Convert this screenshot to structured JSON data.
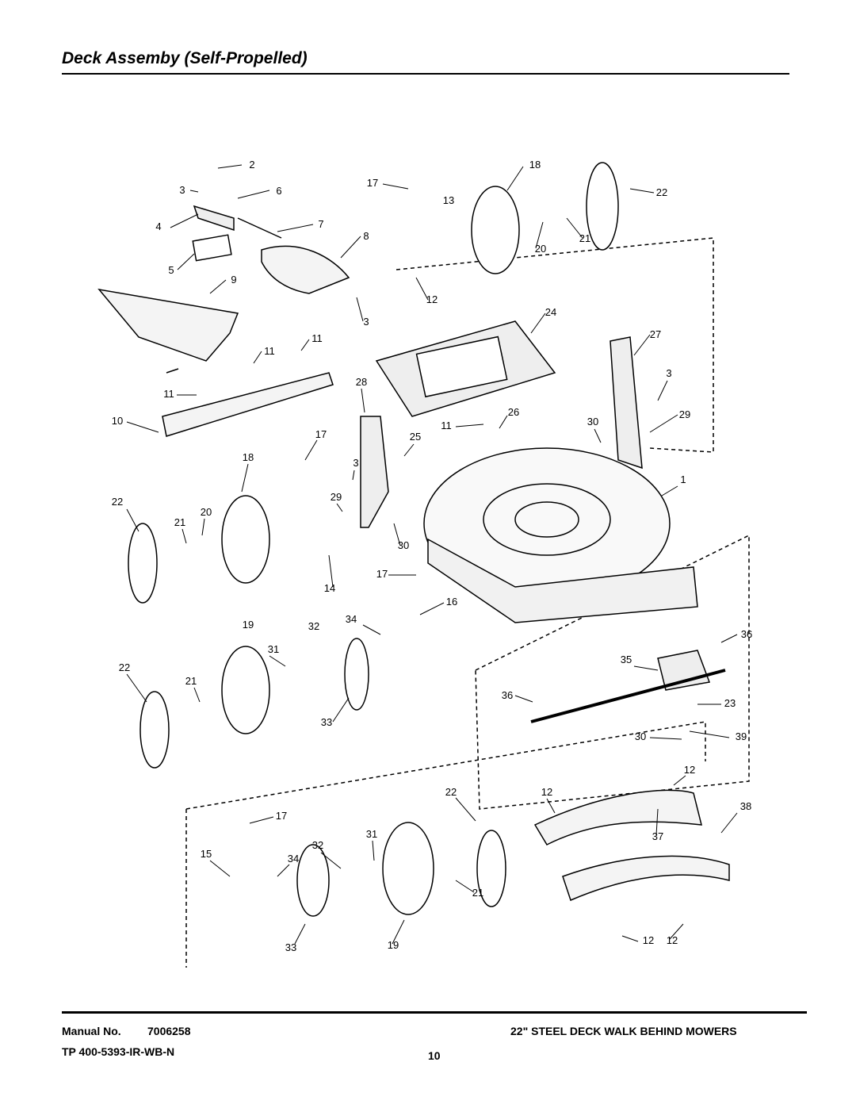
{
  "header": {
    "title": "Deck Assemby (Self-Propelled)"
  },
  "footer": {
    "manual_label": "Manual No.",
    "manual_number": "7006258",
    "product": "22\" STEEL DECK WALK BEHIND MOWERS",
    "tp_code": "TP 400-5393-IR-WB-N",
    "page_number": "10"
  },
  "callouts": [
    "2",
    "3",
    "6",
    "4",
    "7",
    "5",
    "8",
    "9",
    "3",
    "17",
    "13",
    "18",
    "22",
    "21",
    "20",
    "12",
    "24",
    "11",
    "11",
    "11",
    "10",
    "28",
    "27",
    "3",
    "29",
    "26",
    "11",
    "30",
    "25",
    "17",
    "18",
    "3",
    "1",
    "22",
    "21",
    "20",
    "29",
    "30",
    "14",
    "17",
    "16",
    "19",
    "32",
    "34",
    "31",
    "22",
    "21",
    "33",
    "36",
    "35",
    "36",
    "23",
    "39",
    "30",
    "12",
    "22",
    "12",
    "38",
    "37",
    "17",
    "31",
    "32",
    "34",
    "15",
    "21",
    "33",
    "19",
    "12",
    "12"
  ]
}
